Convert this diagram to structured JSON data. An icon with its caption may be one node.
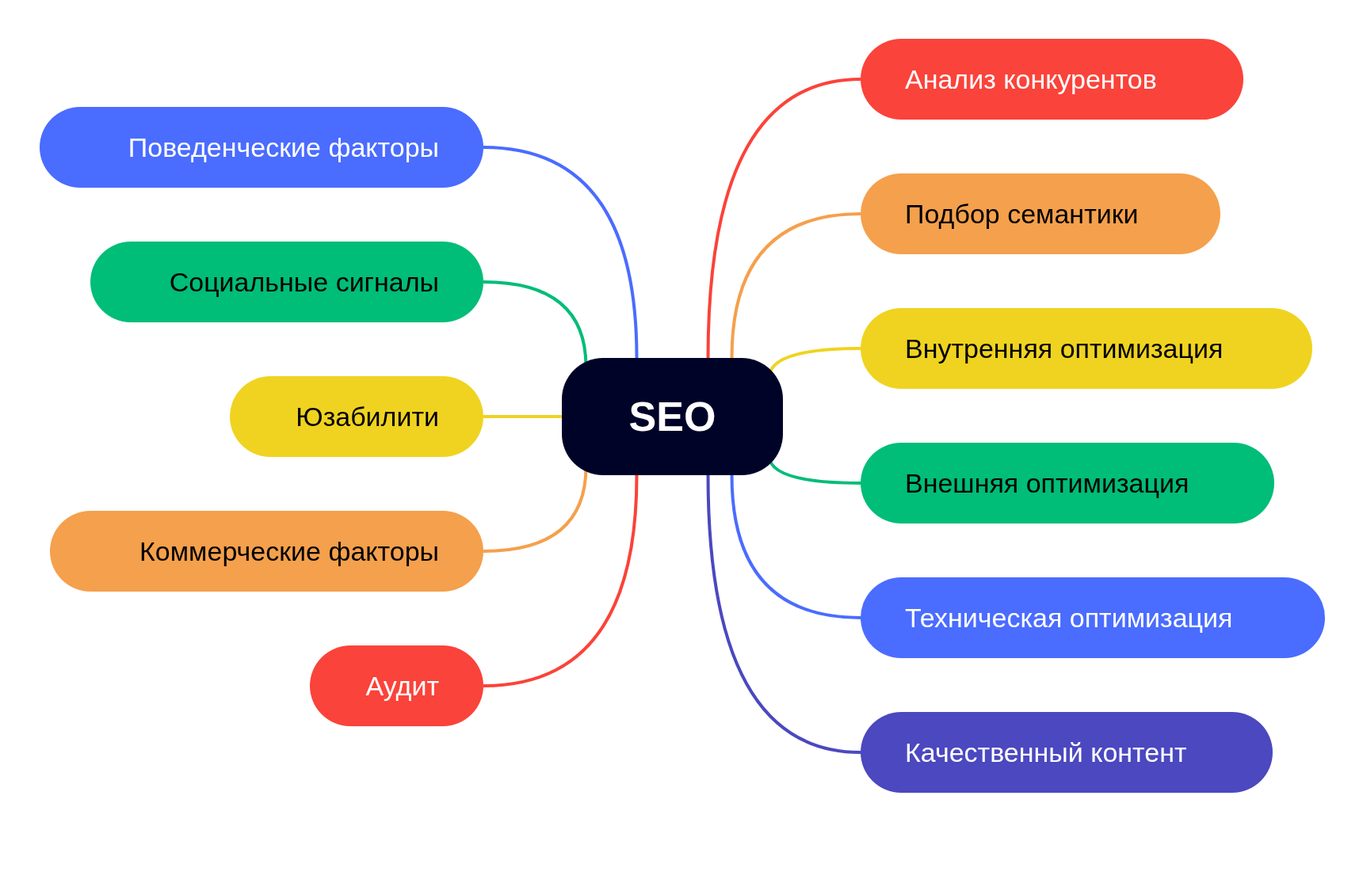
{
  "diagram": {
    "nodes": [
      {
        "text": [
          "SEO"
        ]
      },
      {
        "text": [
          "Поведенческие факторы"
        ]
      },
      {
        "text": [
          "Социальные сигналы"
        ]
      },
      {
        "text": [
          "Юзабилити"
        ]
      },
      {
        "text": [
          "Коммерческие факторы"
        ]
      },
      {
        "text": [
          "Аудит"
        ]
      },
      {
        "text": [
          "Анализ конкурентов"
        ]
      },
      {
        "text": [
          "Подбор семантики"
        ]
      },
      {
        "text": [
          "Внутренняя оптимизация"
        ]
      },
      {
        "text": [
          "Внешняя оптимизация"
        ]
      },
      {
        "text": [
          "Техническая оптимизация"
        ]
      },
      {
        "text": [
          "Качественный контент"
        ]
      }
    ],
    "edges": [
      {
        "from": 0,
        "to": 1,
        "arrow": "none",
        "color": "#4a6cff"
      },
      {
        "from": 0,
        "to": 2,
        "arrow": "none",
        "color": "#00bd78"
      },
      {
        "from": 0,
        "to": 3,
        "arrow": "none",
        "color": "#f0d320"
      },
      {
        "from": 0,
        "to": 4,
        "arrow": "none",
        "color": "#f5a04c"
      },
      {
        "from": 0,
        "to": 5,
        "arrow": "none",
        "color": "#fa433a"
      },
      {
        "from": 0,
        "to": 6,
        "arrow": "none",
        "color": "#fa433a"
      },
      {
        "from": 0,
        "to": 7,
        "arrow": "none",
        "color": "#f5a04c"
      },
      {
        "from": 0,
        "to": 8,
        "arrow": "none",
        "color": "#f0d320"
      },
      {
        "from": 0,
        "to": 9,
        "arrow": "none",
        "color": "#00bd78"
      },
      {
        "from": 0,
        "to": 10,
        "arrow": "none",
        "color": "#4a6cff"
      },
      {
        "from": 0,
        "to": 11,
        "arrow": "none",
        "color": "#4b48c0"
      }
    ]
  }
}
